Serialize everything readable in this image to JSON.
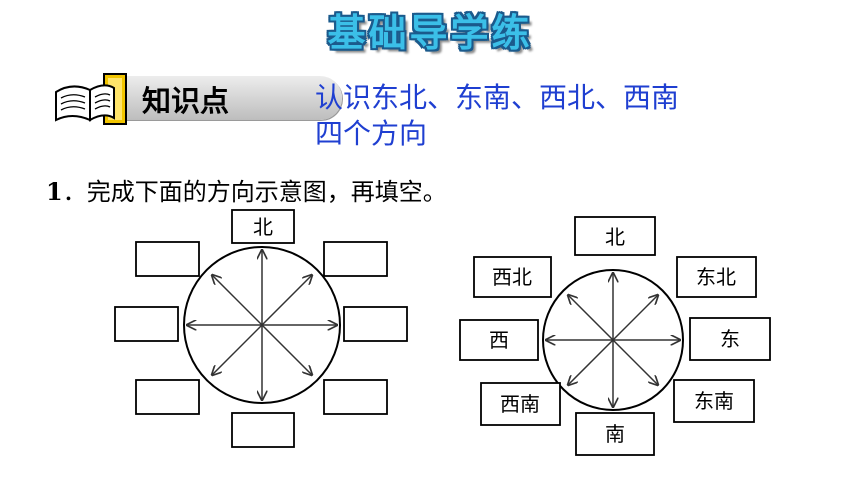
{
  "page": {
    "title": "基础导学练",
    "knowledge_point": {
      "label": "知识点",
      "text_line1": "认识东北、东南、西北、西南",
      "text_line2": "四个方向"
    },
    "question": {
      "number": "1",
      "separator": "．",
      "text": "完成下面的方向示意图，再填空。"
    }
  },
  "left_diagram": {
    "labels": {
      "north": "北"
    }
  },
  "right_diagram": {
    "labels": {
      "north": "北",
      "northwest": "西北",
      "northeast": "东北",
      "west": "西",
      "east": "东",
      "southwest": "西南",
      "southeast": "东南",
      "south": "南"
    }
  },
  "colors": {
    "title_fill": "#3bbfe8",
    "title_outline": "#1b5a8c",
    "knowledge_text": "#1f3fd1",
    "book_yellow": "#f2c500",
    "line": "#444444"
  }
}
